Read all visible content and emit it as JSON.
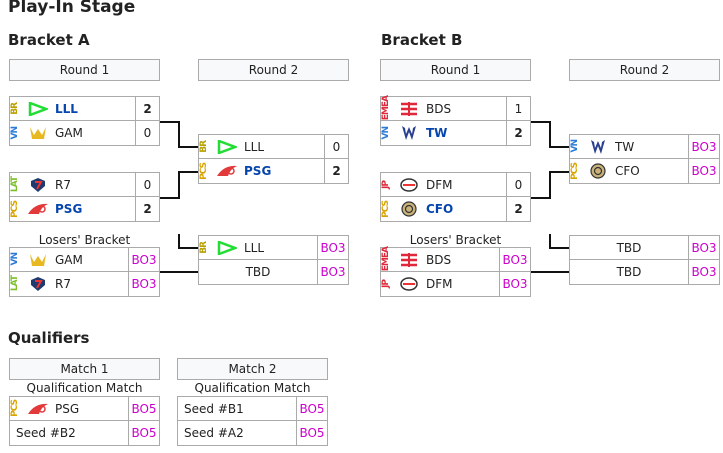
{
  "page": {
    "title": "Play-In Stage"
  },
  "colors": {
    "fmt": "#cc00cc",
    "win_text": "#0645ad",
    "border": "#aaaaaa",
    "header_bg": "#f8f9fa"
  },
  "bracket_a": {
    "title": "Bracket A",
    "round1_label": "Round 1",
    "round2_label": "Round 2",
    "r1_m1": {
      "t1": {
        "region": "BR",
        "name": "LLL",
        "score": "2",
        "logo": "lll-logo"
      },
      "t2": {
        "region": "VN",
        "name": "GAM",
        "score": "0",
        "logo": "gam-logo"
      }
    },
    "r1_m2": {
      "t1": {
        "region": "LAT",
        "name": "R7",
        "score": "0",
        "logo": "r7-logo"
      },
      "t2": {
        "region": "PCS",
        "name": "PSG",
        "score": "2",
        "logo": "psg-logo"
      }
    },
    "r2_m1": {
      "t1": {
        "region": "BR",
        "name": "LLL",
        "score": "0",
        "logo": "lll-logo"
      },
      "t2": {
        "region": "PCS",
        "name": "PSG",
        "score": "2",
        "logo": "psg-logo"
      }
    },
    "losers_label": "Losers' Bracket",
    "losers_m1": {
      "t1": {
        "region": "VN",
        "name": "GAM",
        "fmt": "BO3",
        "logo": "gam-logo"
      },
      "t2": {
        "region": "LAT",
        "name": "R7",
        "fmt": "BO3",
        "logo": "r7-logo"
      }
    },
    "r2_m2": {
      "t1": {
        "region": "BR",
        "name": "LLL",
        "fmt": "BO3",
        "logo": "lll-logo"
      },
      "t2": {
        "name": "TBD",
        "fmt": "BO3"
      }
    }
  },
  "bracket_b": {
    "title": "Bracket B",
    "round1_label": "Round 1",
    "round2_label": "Round 2",
    "r1_m1": {
      "t1": {
        "region": "EMEA",
        "name": "BDS",
        "score": "1",
        "logo": "bds-logo"
      },
      "t2": {
        "region": "VN",
        "name": "TW",
        "score": "2",
        "logo": "tw-logo"
      }
    },
    "r1_m2": {
      "t1": {
        "region": "JP",
        "name": "DFM",
        "score": "0",
        "logo": "dfm-logo"
      },
      "t2": {
        "region": "PCS",
        "name": "CFO",
        "score": "2",
        "logo": "cfo-logo"
      }
    },
    "r2_m1": {
      "t1": {
        "region": "VN",
        "name": "TW",
        "fmt": "BO3",
        "logo": "tw-logo"
      },
      "t2": {
        "region": "PCS",
        "name": "CFO",
        "fmt": "BO3",
        "logo": "cfo-logo"
      }
    },
    "losers_label": "Losers' Bracket",
    "losers_m1": {
      "t1": {
        "region": "EMEA",
        "name": "BDS",
        "fmt": "BO3",
        "logo": "bds-logo"
      },
      "t2": {
        "region": "JP",
        "name": "DFM",
        "fmt": "BO3",
        "logo": "dfm-logo"
      }
    },
    "r2_m2": {
      "t1": {
        "name": "TBD",
        "fmt": "BO3"
      },
      "t2": {
        "name": "TBD",
        "fmt": "BO3"
      }
    }
  },
  "qualifiers": {
    "title": "Qualifiers",
    "match1": {
      "label": "Match 1",
      "sub": "Qualification Match",
      "t1": {
        "region": "PCS",
        "name": "PSG",
        "fmt": "BO5",
        "logo": "psg-logo"
      },
      "t2": {
        "name": "Seed #B2",
        "fmt": "BO5"
      }
    },
    "match2": {
      "label": "Match 2",
      "sub": "Qualification Match",
      "t1": {
        "name": "Seed #B1",
        "fmt": "BO5"
      },
      "t2": {
        "name": "Seed #A2",
        "fmt": "BO5"
      }
    }
  }
}
